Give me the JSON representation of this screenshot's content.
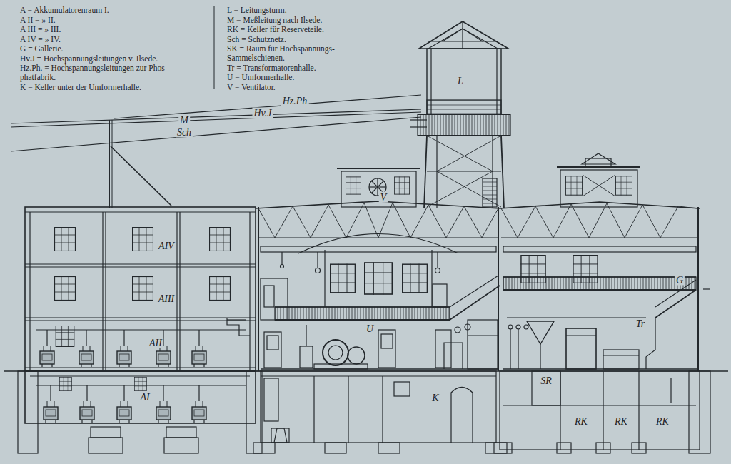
{
  "diagram": {
    "labels": [
      "A = Akkumulatorenraum I.",
      "A II = » II.",
      "A III = » III.",
      "A IV = » IV.",
      "G = Gallerie.",
      "Hv.J = Hochspannungsleitungen v. Ilsede.",
      "Hz.Ph. = Hochspannungsleitungen zur Phos- phatfabrik.",
      "K = Keller unter der Umformerhalle.",
      "L = Leitungsturm.",
      "M = Meßleitung nach Ilsede.",
      "RK = Keller für Reserveteile.",
      "Sch = Schutznetz.",
      "SK = Raum für Hochspannungs- Sammelschienen.",
      "Tr = Transformatorenhalle.",
      "U = Umformerhalle.",
      "V = Ventilator.",
      "Hz.Ph",
      "M",
      "Hv.J",
      "Sch",
      "L",
      "V",
      "AIV",
      "AIII",
      "AII",
      "AI",
      "U",
      "G",
      "K",
      "SR",
      "Tr",
      "RK",
      "RK",
      "RK"
    ]
  }
}
